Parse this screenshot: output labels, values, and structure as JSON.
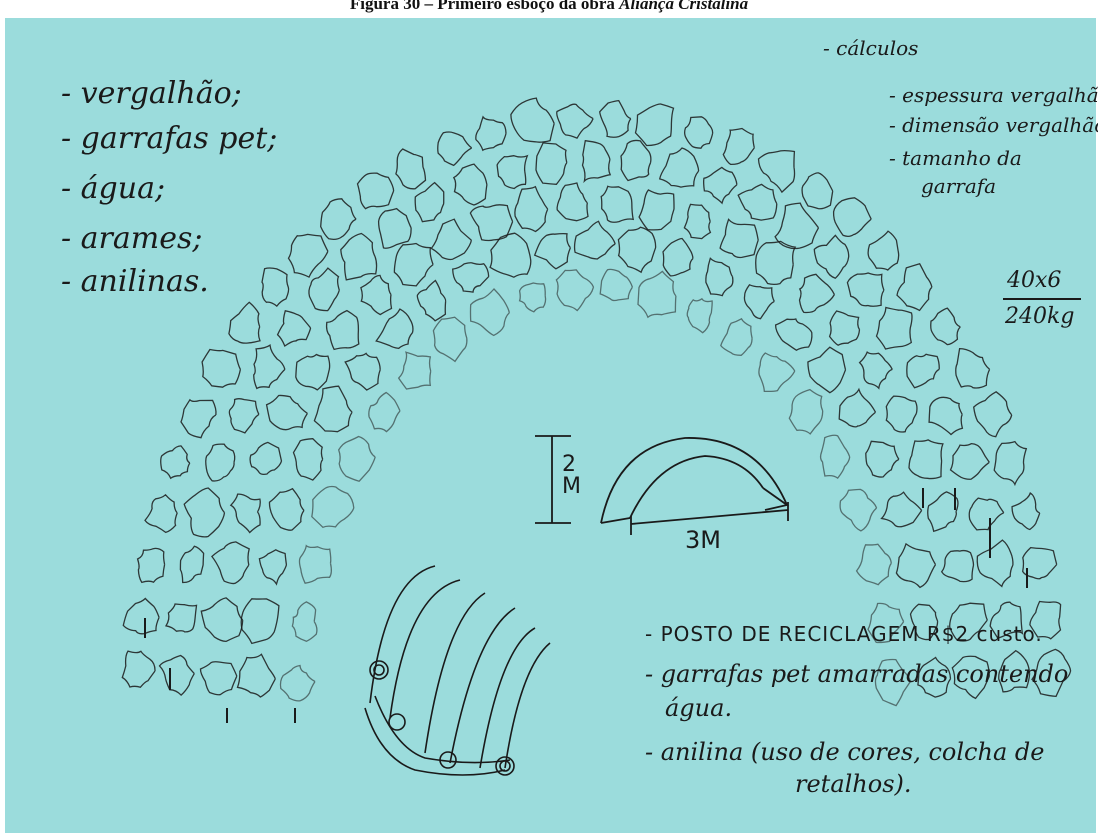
{
  "caption": {
    "prefix": "Figura 30 – Primeiro esboço da obra ",
    "title_italic": "Aliança Cristalina"
  },
  "materials_left": [
    "- vergalhão;",
    "- garrafas pet;",
    "- água;",
    "- arames;",
    "- anilinas."
  ],
  "calculations": {
    "heading": "- cálculos",
    "items": [
      "- espessura vergalhão",
      "- dimensão vergalhão",
      "- tamanho da",
      "garrafa"
    ],
    "formula_top": "40x6",
    "formula_bottom": "240kg"
  },
  "dimensions": {
    "height": "2M",
    "width": "3M"
  },
  "notes": [
    "- POSTO DE RECICLAGEM R$2 custo.",
    "- garrafas pet amarradas contendo",
    "água.",
    "- anilina (uso de cores, colcha de",
    "retalhos)."
  ],
  "colors": {
    "paper": "#9bdcdc",
    "ink": "#1a1a1a"
  }
}
